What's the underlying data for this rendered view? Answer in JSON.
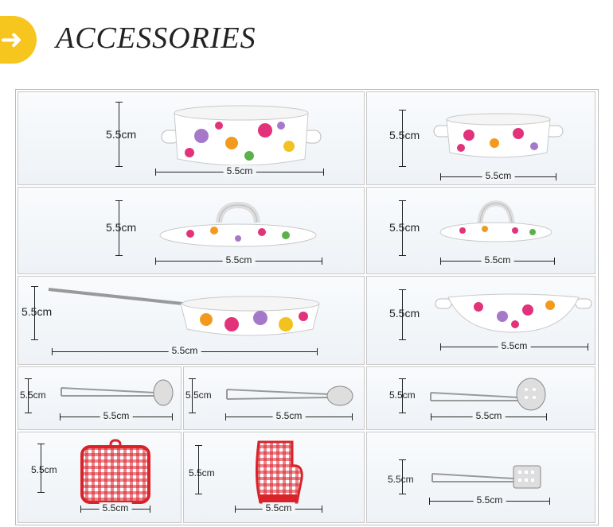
{
  "header": {
    "title": "ACCESSORIES",
    "badge_icon": "arrow-right-icon"
  },
  "dims": {
    "pot_large": {
      "height": "5.5cm",
      "width": "5.5cm"
    },
    "pot_small": {
      "height": "5.5cm",
      "width": "5.5cm"
    },
    "lid_large": {
      "height": "5.5cm",
      "width": "5.5cm"
    },
    "lid_small": {
      "height": "5.5cm",
      "width": "5.5cm"
    },
    "frying_pan": {
      "height": "5.5cm",
      "width": "5.5cm"
    },
    "wok": {
      "height": "5.5cm",
      "width": "5.5cm"
    },
    "ladle": {
      "height": "5.5cm",
      "width": "5.5cm"
    },
    "tongs": {
      "height": "5.5cm",
      "width": "5.5cm"
    },
    "skimmer": {
      "height": "5.5cm",
      "width": "5.5cm"
    },
    "pot_holder": {
      "height": "5.5cm",
      "width": "5.5cm"
    },
    "oven_mitt": {
      "height": "5.5cm",
      "width": "5.5cm"
    },
    "spatula": {
      "height": "5.5cm",
      "width": "5.5cm"
    }
  },
  "colors": {
    "badge": "#f6c51e",
    "gingham": "#d9232b",
    "flower_pink": "#e2337a",
    "flower_orange": "#f39a1e"
  }
}
